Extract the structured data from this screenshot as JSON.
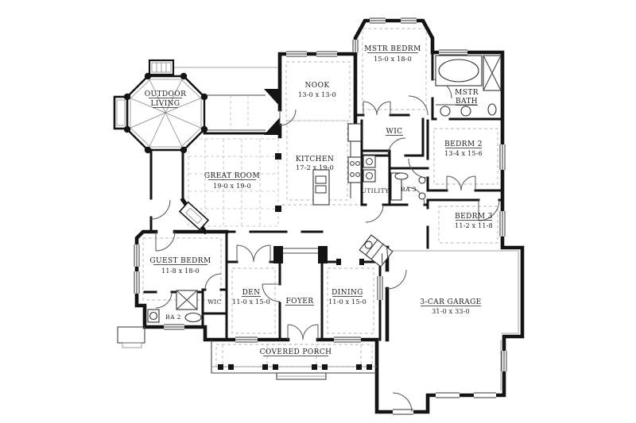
{
  "title": "House floor plan",
  "colors": {
    "wall": "#141414",
    "background": "#ffffff",
    "dashed": "#b5b5b5"
  },
  "rooms": {
    "outdoor_living": {
      "line1": "OUTDOOR",
      "line2": "LIVING"
    },
    "nook": {
      "name": "NOOK",
      "dims": "13-0 x 13-0"
    },
    "mstr_bedrm": {
      "name": "MSTR BEDRM",
      "dims": "15-0 x 18-0"
    },
    "mstr_bath": {
      "line1": "MSTR",
      "line2": "BATH"
    },
    "wic_upper": {
      "name": "WIC"
    },
    "bedrm2": {
      "name": "BEDRM 2",
      "dims": "13-4 x 15-6"
    },
    "kitchen": {
      "name": "KITCHEN",
      "dims": "17-2 x 19-0"
    },
    "utility": {
      "name": "UTILITY"
    },
    "ba3": {
      "name": "BA 3"
    },
    "great_room": {
      "name": "GREAT ROOM",
      "dims": "19-0 x 19-0"
    },
    "bedrm3": {
      "name": "BEDRM 3",
      "dims": "11-2 x 11-8"
    },
    "guest_bedrm": {
      "name": "GUEST BEDRM",
      "dims": "11-8 x 18-0"
    },
    "wic_lower": {
      "name": "WIC"
    },
    "ba2": {
      "name": "BA 2"
    },
    "den": {
      "name": "DEN",
      "dims": "11-0 x 15-0"
    },
    "foyer": {
      "name": "FOYER"
    },
    "dining": {
      "name": "DINING",
      "dims": "11-0 x 15-0"
    },
    "garage": {
      "name": "3-CAR GARAGE",
      "dims": "31-0 x 33-0"
    },
    "covered_porch": {
      "name": "COVERED PORCH"
    }
  },
  "fixtures": [
    "bathtub-icon",
    "shower-icon",
    "toilet-icon",
    "sink-icon",
    "range-icon",
    "island-icon",
    "fireplace-icon",
    "stairs-icon",
    "washer-dryer-icon",
    "column-icon"
  ]
}
